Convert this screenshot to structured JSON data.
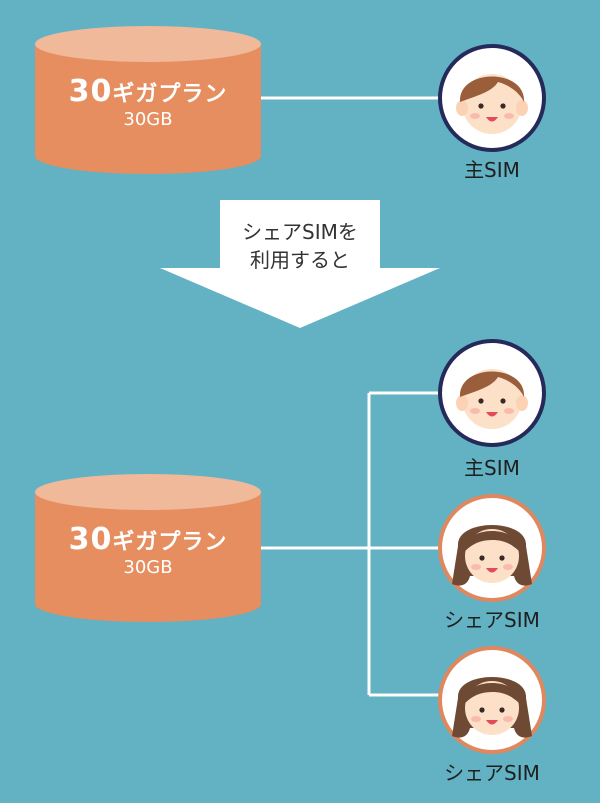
{
  "colors": {
    "background": "#62b2c3",
    "plan_body": "#e68e5f",
    "plan_top": "#f0b99a",
    "connector": "#ffffff",
    "primary_ring": "#252a5a",
    "share_ring": "#e0875e",
    "arrow": "#ffffff"
  },
  "before": {
    "plan": {
      "name_number": "30",
      "name_text": "ギガプラン",
      "size": "30GB"
    },
    "sims": [
      {
        "label": "主SIM",
        "type": "primary",
        "icon": "boy-avatar-icon"
      }
    ]
  },
  "arrow": {
    "line1": "シェアSIMを",
    "line2": "利用すると",
    "icon": "down-arrow-icon"
  },
  "after": {
    "plan": {
      "name_number": "30",
      "name_text": "ギガプラン",
      "size": "30GB"
    },
    "sims": [
      {
        "label": "主SIM",
        "type": "primary",
        "icon": "boy-avatar-icon"
      },
      {
        "label": "シェアSIM",
        "type": "share",
        "icon": "girl-avatar-icon"
      },
      {
        "label": "シェアSIM",
        "type": "share",
        "icon": "girl-avatar-icon"
      }
    ]
  }
}
